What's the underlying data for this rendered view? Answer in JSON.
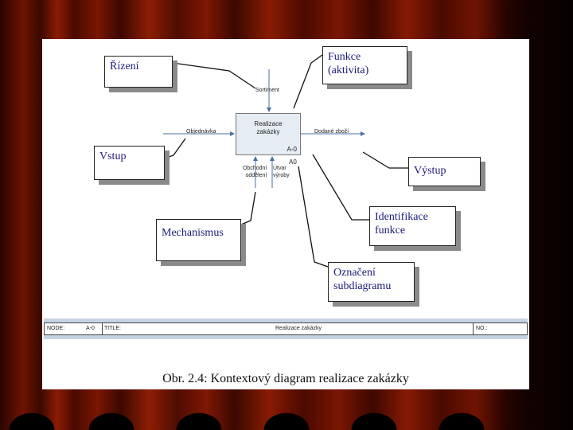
{
  "activity": {
    "title_line1": "Realizace",
    "title_line2": "zakázky",
    "node_number": "A-0",
    "diagram_number": "A0"
  },
  "arrows": {
    "control": "Sortiment",
    "input": "Objednávka",
    "output": "Dodané zboží",
    "mechanism_1_line1": "Obchodní",
    "mechanism_1_line2": "oddělení",
    "mechanism_2_line1": "Útvar",
    "mechanism_2_line2": "výroby"
  },
  "callouts": {
    "rizeni": "Řízení",
    "funkce_line1": "Funkce",
    "funkce_line2": "(aktivita)",
    "vstup": "Vstup",
    "vystup": "Výstup",
    "mechanismus": "Mechanismus",
    "identifikace_line1": "Identifikace",
    "identifikace_line2": "funkce",
    "oznaceni_line1": "Označení",
    "oznaceni_line2": "subdiagramu"
  },
  "footer": {
    "node_label": "NODE:",
    "node_value": "A-0",
    "title_label": "TITLE:",
    "title_value": "Realizace zakázky",
    "no_label": "NO.:"
  },
  "caption": "Obr. 2.4: Kontextový diagram realizace zakázky",
  "colors": {
    "activity_fill": "#e6ecf4",
    "callout_text": "#1a1a7a",
    "curtain": "#7a1603"
  }
}
